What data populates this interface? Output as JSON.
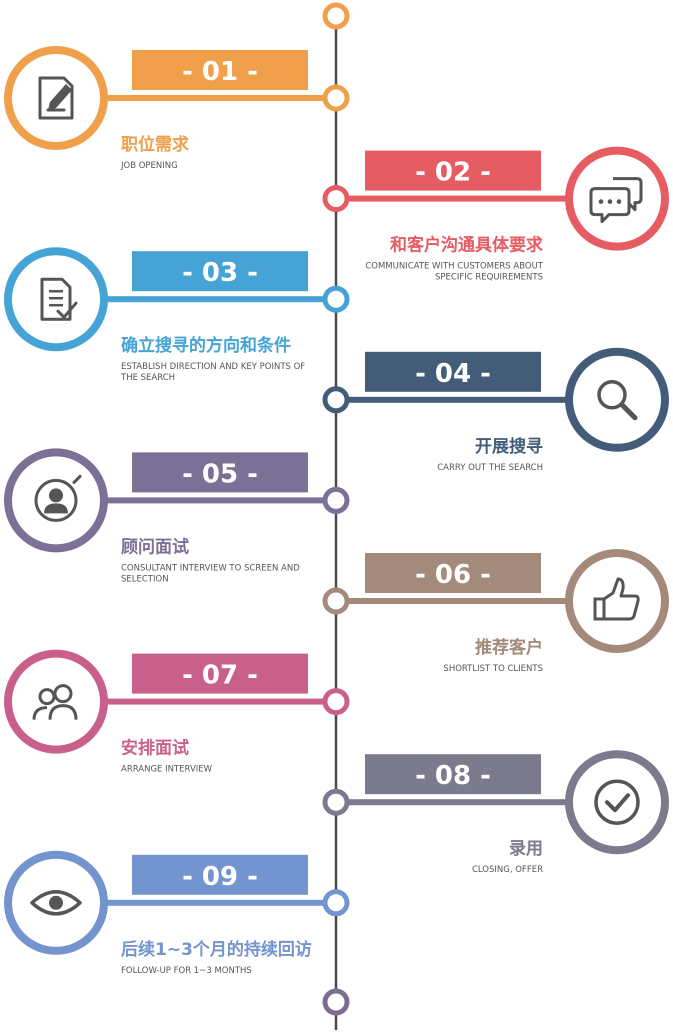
{
  "timeline": {
    "line_color": "#4a4a4a",
    "top_node_color": "#f0a04b",
    "bottom_node_color": "#7d6e91"
  },
  "steps": [
    {
      "badge": "- 01 -",
      "title": "职位需求",
      "subtitle": [
        "JOB OPENING"
      ],
      "color": "#f0a04b",
      "side": "left",
      "icon": "edit-document-icon"
    },
    {
      "badge": "- 02 -",
      "title": "和客户沟通具体要求",
      "subtitle": [
        "COMMUNICATE WITH CUSTOMERS ABOUT",
        "SPECIFIC REQUIREMENTS"
      ],
      "color": "#e65c63",
      "side": "right",
      "icon": "chat-bubbles-icon"
    },
    {
      "badge": "- 03 -",
      "title": "确立搜寻的方向和条件",
      "subtitle": [
        "ESTABLISH DIRECTION AND KEY POINTS OF",
        "THE SEARCH"
      ],
      "color": "#45a3d6",
      "side": "left",
      "icon": "checklist-document-icon"
    },
    {
      "badge": "- 04 -",
      "title": "开展搜寻",
      "subtitle": [
        "CARRY OUT THE SEARCH"
      ],
      "color": "#435d78",
      "side": "right",
      "icon": "magnifier-icon"
    },
    {
      "badge": "- 05 -",
      "title": "顾问面试",
      "subtitle": [
        "CONSULTANT INTERVIEW TO SCREEN AND",
        "SELECTION"
      ],
      "color": "#7b7096",
      "side": "left",
      "icon": "user-profile-icon"
    },
    {
      "badge": "- 06 -",
      "title": "推荐客户",
      "subtitle": [
        "SHORTLIST TO CLIENTS"
      ],
      "color": "#a38a7a",
      "side": "right",
      "icon": "thumbs-up-icon"
    },
    {
      "badge": "- 07 -",
      "title": "安排面试",
      "subtitle": [
        "ARRANGE INTERVIEW"
      ],
      "color": "#c9608b",
      "side": "left",
      "icon": "users-icon"
    },
    {
      "badge": "- 08 -",
      "title": "录用",
      "subtitle": [
        "CLOSING, OFFER"
      ],
      "color": "#7b7b8d",
      "side": "right",
      "icon": "check-circle-icon"
    },
    {
      "badge": "- 09 -",
      "title": "后续1~3个月的持续回访",
      "subtitle": [
        "FOLLOW-UP FOR 1~3 MONTHS"
      ],
      "color": "#7494d0",
      "side": "left",
      "icon": "eye-icon"
    }
  ]
}
